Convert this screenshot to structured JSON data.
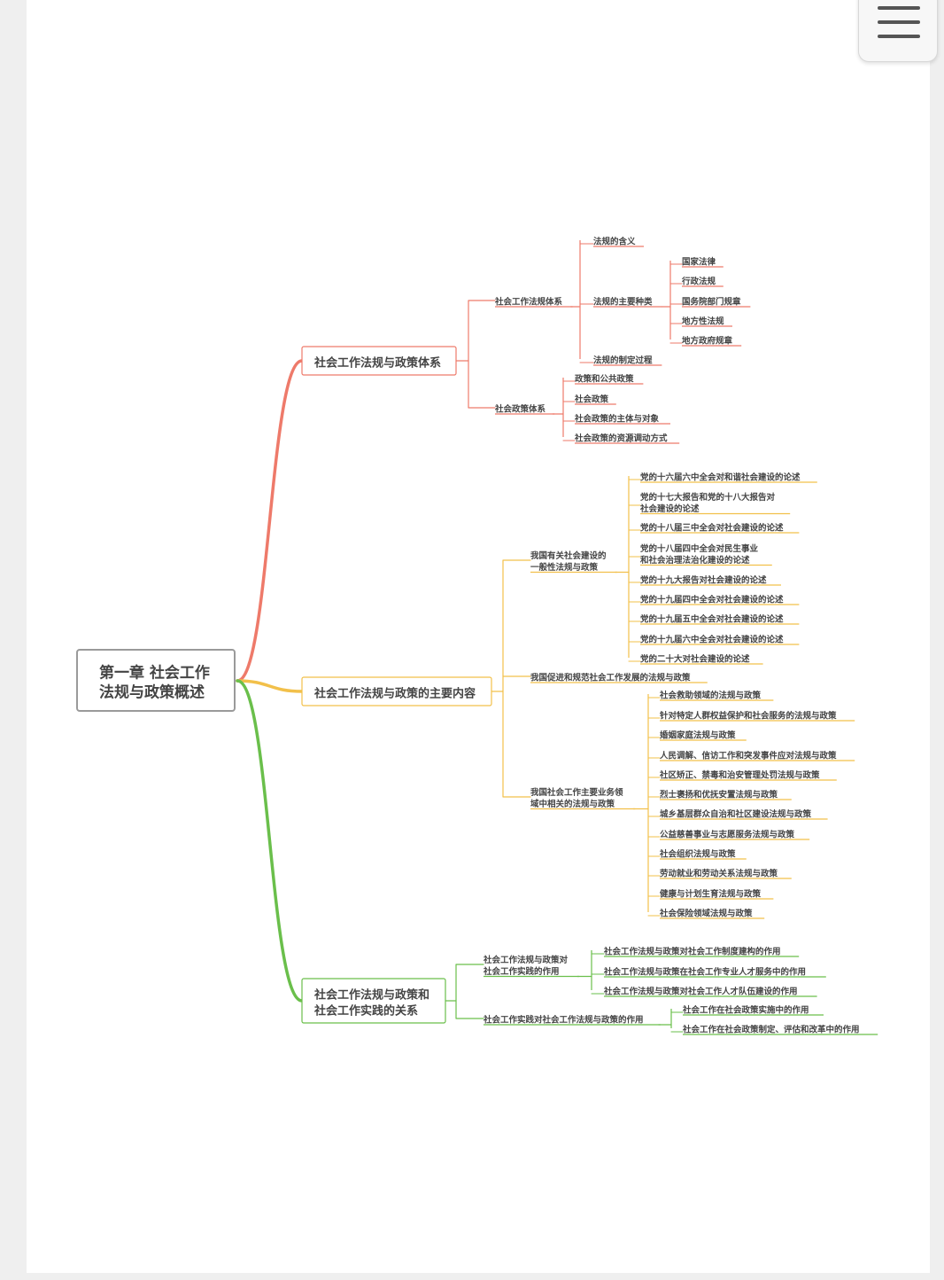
{
  "root": {
    "label": "第一章 社会工作\n法规与政策概述"
  },
  "colors": {
    "branch1": "#ee7a6a",
    "branch2": "#f2c04a",
    "branch3": "#6abf4b"
  },
  "branches": [
    {
      "label": "社会工作法规与政策体系",
      "children": [
        {
          "label": "社会工作法规体系",
          "children": [
            {
              "label": "法规的含义"
            },
            {
              "label": "法规的主要种类",
              "children": [
                {
                  "label": "国家法律"
                },
                {
                  "label": "行政法规"
                },
                {
                  "label": "国务院部门规章"
                },
                {
                  "label": "地方性法规"
                },
                {
                  "label": "地方政府规章"
                }
              ]
            },
            {
              "label": "法规的制定过程"
            }
          ]
        },
        {
          "label": "社会政策体系",
          "children": [
            {
              "label": "政策和公共政策"
            },
            {
              "label": "社会政策"
            },
            {
              "label": "社会政策的主体与对象"
            },
            {
              "label": "社会政策的资源调动方式"
            }
          ]
        }
      ]
    },
    {
      "label": "社会工作法规与政策的主要内容",
      "children": [
        {
          "label": "我国有关社会建设的\n一般性法规与政策",
          "children": [
            {
              "label": "党的十六届六中全会对和谐社会建设的论述"
            },
            {
              "label": "党的十七大报告和党的十八大报告对\n社会建设的论述"
            },
            {
              "label": "党的十八届三中全会对社会建设的论述"
            },
            {
              "label": "党的十八届四中全会对民生事业\n和社会治理法治化建设的论述"
            },
            {
              "label": "党的十九大报告对社会建设的论述"
            },
            {
              "label": "党的十九届四中全会对社会建设的论述"
            },
            {
              "label": "党的十九届五中全会对社会建设的论述"
            },
            {
              "label": "党的十九届六中全会对社会建设的论述"
            },
            {
              "label": "党的二十大对社会建设的论述"
            }
          ]
        },
        {
          "label": "我国促进和规范社会工作发展的法规与政策"
        },
        {
          "label": "我国社会工作主要业务领\n域中相关的法规与政策",
          "children": [
            {
              "label": "社会救助领域的法规与政策"
            },
            {
              "label": "针对特定人群权益保护和社会服务的法规与政策"
            },
            {
              "label": "婚姻家庭法规与政策"
            },
            {
              "label": "人民调解、信访工作和突发事件应对法规与政策"
            },
            {
              "label": "社区矫正、禁毒和治安管理处罚法规与政策"
            },
            {
              "label": "烈士褒扬和优抚安置法规与政策"
            },
            {
              "label": "城乡基层群众自治和社区建设法规与政策"
            },
            {
              "label": "公益慈善事业与志愿服务法规与政策"
            },
            {
              "label": "社会组织法规与政策"
            },
            {
              "label": "劳动就业和劳动关系法规与政策"
            },
            {
              "label": "健康与计划生育法规与政策"
            },
            {
              "label": "社会保险领域法规与政策"
            }
          ]
        }
      ]
    },
    {
      "label": "社会工作法规与政策和\n社会工作实践的关系",
      "children": [
        {
          "label": "社会工作法规与政策对\n社会工作实践的作用",
          "children": [
            {
              "label": "社会工作法规与政策对社会工作制度建构的作用"
            },
            {
              "label": "社会工作法规与政策在社会工作专业人才服务中的作用"
            },
            {
              "label": "社会工作法规与政策对社会工作人才队伍建设的作用"
            }
          ]
        },
        {
          "label": "社会工作实践对社会工作法规与政策的作用",
          "children": [
            {
              "label": "社会工作在社会政策实施中的作用"
            },
            {
              "label": "社会工作在社会政策制定、评估和改革中的作用"
            }
          ]
        }
      ]
    }
  ]
}
